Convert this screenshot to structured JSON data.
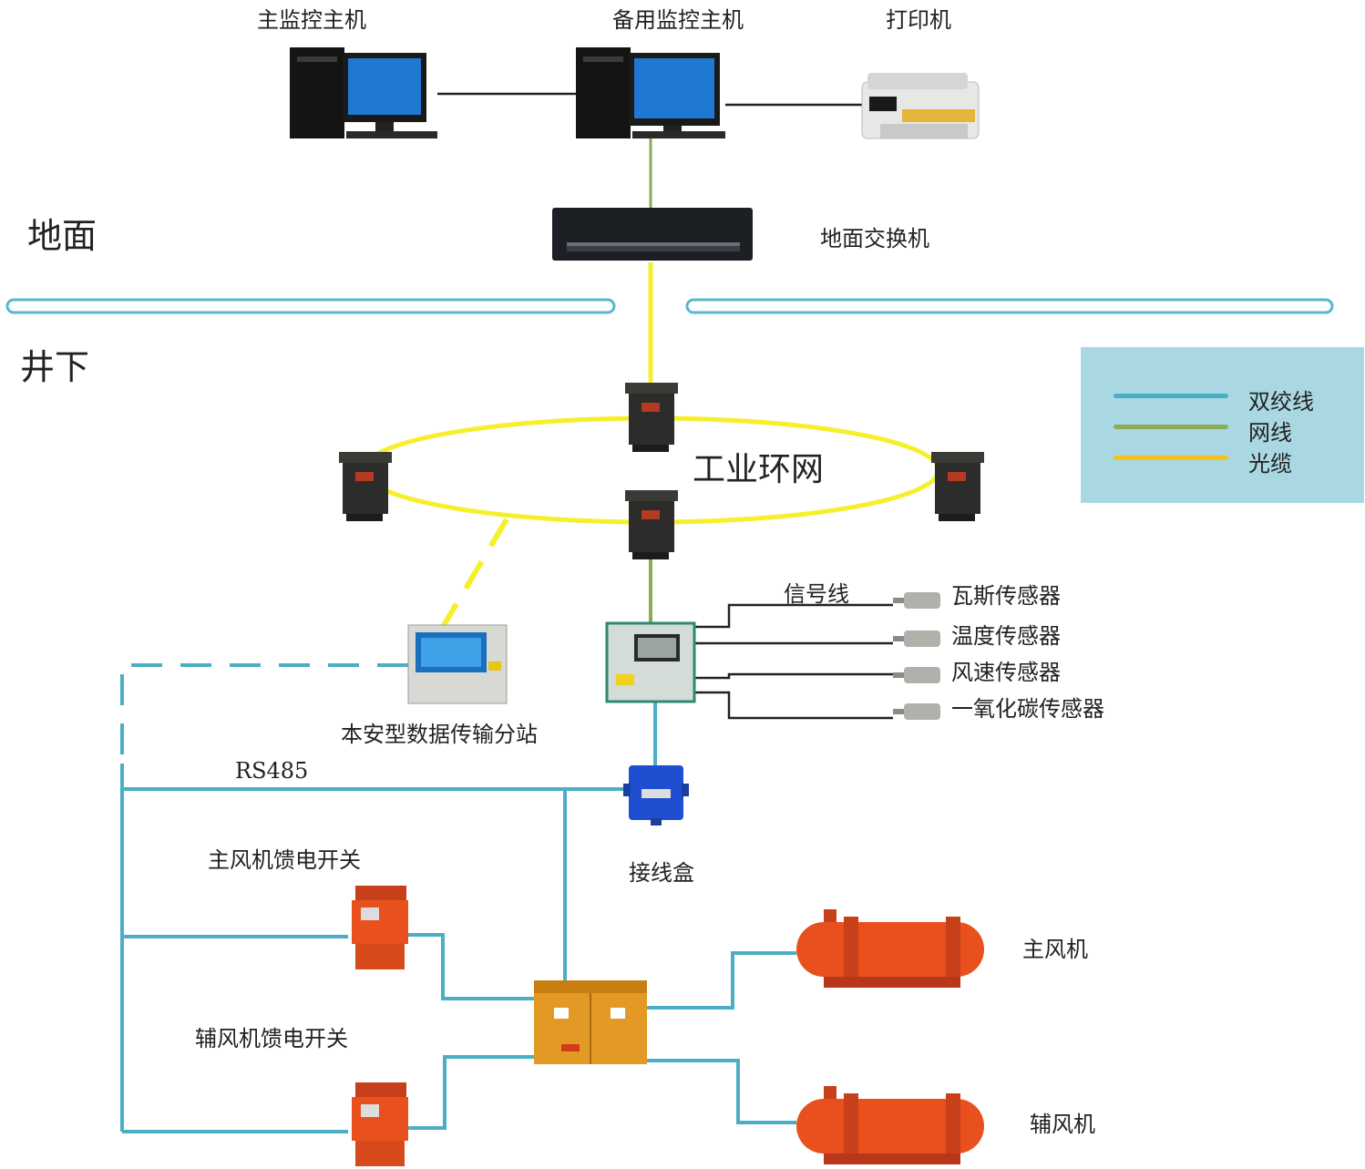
{
  "zones": {
    "surface": "地面",
    "underground": "井下"
  },
  "devices": {
    "main_host": "主监控主机",
    "backup_host": "备用监控主机",
    "printer": "打印机",
    "surface_switch": "地面交换机",
    "ring_network": "工业环网",
    "substation": "本安型数据传输分站",
    "junction_box": "接线盒",
    "main_fan_switch": "主风机馈电开关",
    "aux_fan_switch": "辅风机馈电开关",
    "main_fan": "主风机",
    "aux_fan": "辅风机"
  },
  "lines": {
    "signal": "信号线",
    "rs485": "RS485"
  },
  "sensors": [
    "瓦斯传感器",
    "温度传感器",
    "风速传感器",
    "一氧化碳传感器"
  ],
  "legend": [
    {
      "label": "双绞线",
      "color": "#4aaec4"
    },
    {
      "label": "网线",
      "color": "#8aac54"
    },
    {
      "label": "光缆",
      "color": "#f3c21b"
    }
  ],
  "colors": {
    "twisted_pair": "#4aaec4",
    "network": "#8aac54",
    "fiber_ring": "#f6ef2c",
    "separator": "#5ab6cc",
    "equipment_orange": "#e8501e",
    "switchgear_yellow": "#e39a25"
  }
}
